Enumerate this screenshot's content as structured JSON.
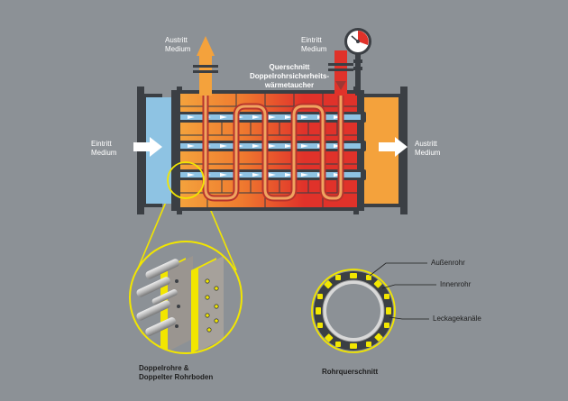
{
  "colors": {
    "background": "#8c9196",
    "inlet_blue": "#8ec3e3",
    "warm_orange": "#f4a23c",
    "hot_red": "#e0322a",
    "brick_red": "#d9413a",
    "dark_frame": "#3b3f44",
    "highlight_yellow": "#f2e600",
    "arrow_white": "#ffffff"
  },
  "icons": [
    "pressure-gauge-icon",
    "flow-arrow-icon"
  ],
  "labels": {
    "outlet_top": "Austritt\nMedium",
    "inlet_top": "Eintritt\nMedium",
    "title": "Querschnitt\nDoppelrohrsicherheits-\nwärmetaucher",
    "inlet_left": "Eintritt\nMedium",
    "outlet_right": "Austritt\nMedium",
    "outer_tube": "Außenrohr",
    "inner_tube": "Innenrohr",
    "leak_channels": "Leckagekanäle",
    "detail_caption": "Doppelrohre &\nDoppelter Rohrboden",
    "section_caption": "Rohrquerschnitt"
  }
}
